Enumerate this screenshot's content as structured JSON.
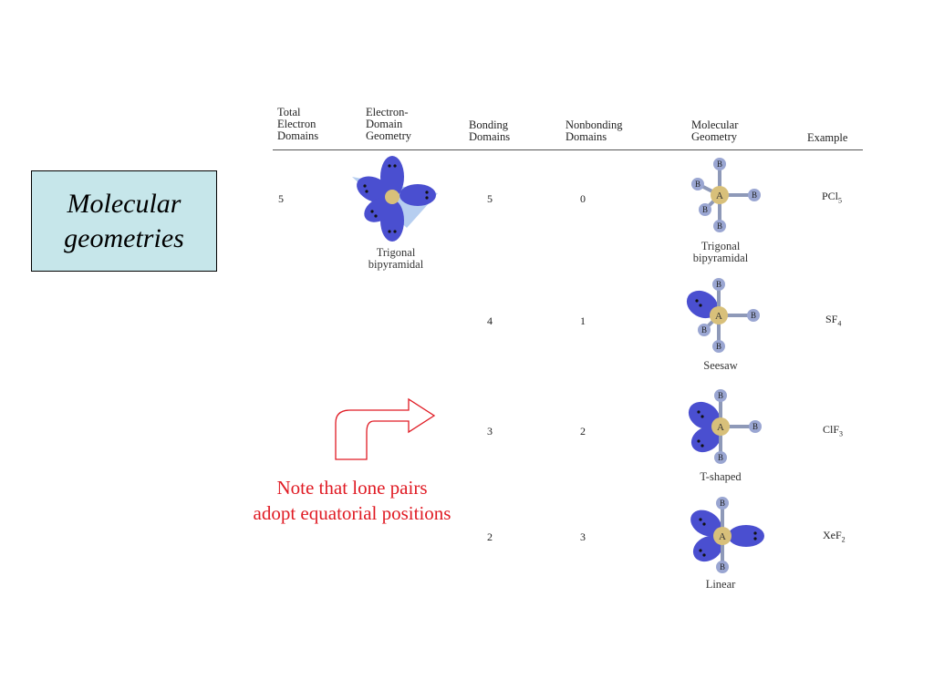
{
  "title": "Molecular\ngeometries",
  "headers": {
    "total": "Total\nElectron\nDomains",
    "edg": "Electron-\nDomain\nGeometry",
    "bonding": "Bonding\nDomains",
    "nonbonding": "Nonbonding\nDomains",
    "molecular": "Molecular\nGeometry",
    "example": "Example"
  },
  "total_domains": "5",
  "electron_domain_geometry": "Trigonal\nbipyramidal",
  "rows": [
    {
      "bonding": "5",
      "nonbonding": "0",
      "geometry": "Trigonal\nbipyramidal",
      "example_base": "PCl",
      "example_sub": "5"
    },
    {
      "bonding": "4",
      "nonbonding": "1",
      "geometry": "Seesaw",
      "example_base": "SF",
      "example_sub": "4"
    },
    {
      "bonding": "3",
      "nonbonding": "2",
      "geometry": "T-shaped",
      "example_base": "ClF",
      "example_sub": "3"
    },
    {
      "bonding": "2",
      "nonbonding": "3",
      "geometry": "Linear",
      "example_base": "XeF",
      "example_sub": "2"
    }
  ],
  "atom_labels": {
    "central": "A",
    "outer": "B"
  },
  "note": "Note that lone pairs\nadopt equatorial positions",
  "colors": {
    "title_bg": "#c6e6ea",
    "note": "#e01b24",
    "lobe": "#4a4fd0",
    "central_atom": "#d8c07a",
    "outer_atom": "#9aa6d2",
    "bond": "#8e99b8"
  }
}
